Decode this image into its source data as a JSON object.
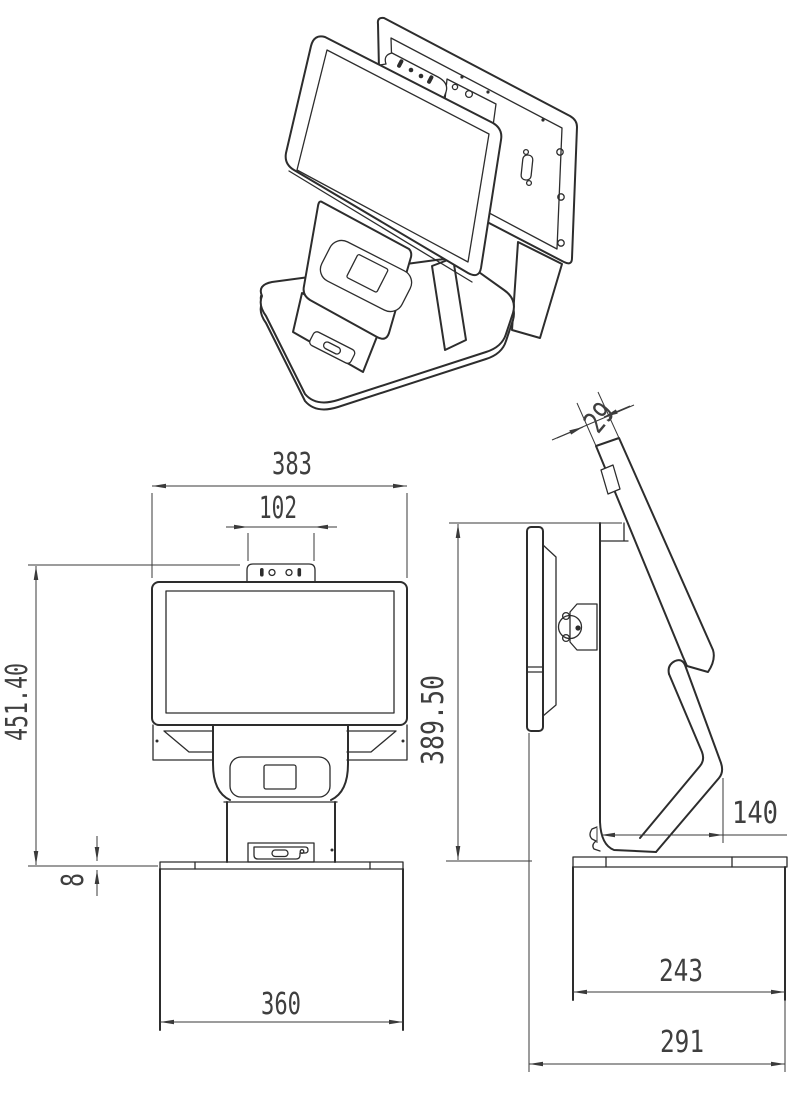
{
  "drawing": {
    "subject": "Dual-screen POS terminal engineering drawing with isometric, front and side views",
    "front": {
      "overall_width": "383",
      "camera_width": "102",
      "overall_height": "451.40",
      "plate_thickness": "8",
      "base_width": "360"
    },
    "side": {
      "display_thickness": "29",
      "stand_height": "389.50",
      "foot_depth": "140",
      "base_depth": "243",
      "overall_depth": "291"
    },
    "colors": {
      "line": "#2d2d2d",
      "dimension_text": "#3f3f3f",
      "background": "#ffffff"
    }
  }
}
